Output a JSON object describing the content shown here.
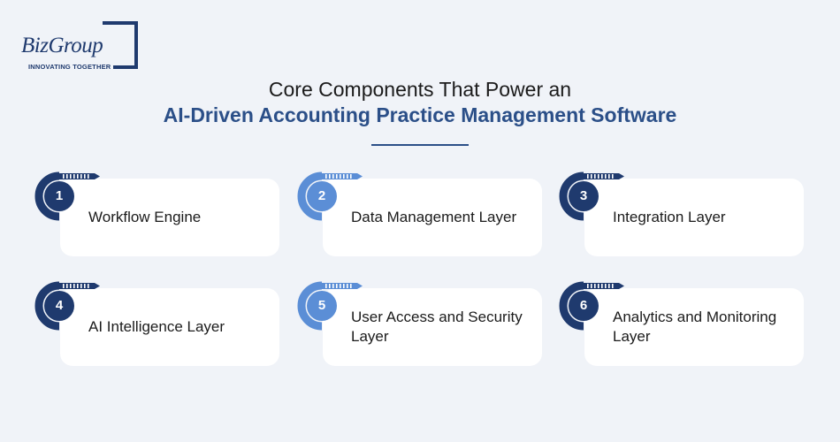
{
  "logo": {
    "text": "BizGroup",
    "tagline": "INNOVATING TOGETHER"
  },
  "title": {
    "line1": "Core Components That Power an",
    "line2": "AI-Driven Accounting Practice Management Software"
  },
  "colors": {
    "dark_blue": "#1f3a6e",
    "light_blue": "#5b8ed6",
    "title_blue": "#2b4f88"
  },
  "items": [
    {
      "number": "1",
      "label": "Workflow Engine",
      "badge_color": "#1f3a6e"
    },
    {
      "number": "2",
      "label": "Data Management Layer",
      "badge_color": "#5b8ed6"
    },
    {
      "number": "3",
      "label": "Integration Layer",
      "badge_color": "#1f3a6e"
    },
    {
      "number": "4",
      "label": "AI Intelligence Layer",
      "badge_color": "#1f3a6e"
    },
    {
      "number": "5",
      "label": "User Access and Security Layer",
      "badge_color": "#5b8ed6"
    },
    {
      "number": "6",
      "label": "Analytics and Monitoring Layer",
      "badge_color": "#1f3a6e"
    }
  ]
}
